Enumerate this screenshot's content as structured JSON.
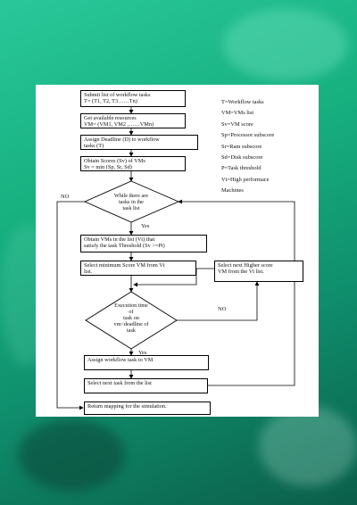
{
  "flowchart": {
    "submit": "Submit list of workflow tasks\nT= (T1, T2, T3……Tn)",
    "available": "Get available resources\nVM= (VM1, VM2 ,……VMn)",
    "deadline": "Assign Deadline (D) to workflow\ntasks (T)",
    "scores": "Obtain Scores (Sv) of VMs\nSv = min (Sp, Sr, Sd)",
    "decision_tasks": "While there are\ntasks in the\ntask list",
    "obtain_vms": "Obtain VMs in the list (Vt) that\nsatisfy the task Threshold (Sv >=Pt)",
    "select_min": "Select minimum Score VM from Vt\nlist.",
    "select_next_higher": "Select next Higher score\nVM from the Vt list.",
    "decision_exec": "Execution time\nof\ntask on\nvm<deadline of\ntask",
    "assign": "Assign workflow task to VM",
    "next_task": "Select next task from the list",
    "return_map": "Return mapping for the simulation.",
    "label_no_top": "NO",
    "label_yes_1": "Yes",
    "label_no_mid": "NO",
    "label_yes_2": "Yes"
  },
  "legend": [
    "T=Workflow tasks",
    "VM=VMs list",
    "Sv=VM score",
    "Sp=Processor subscore",
    "Sr=Ram subscore",
    "Sd=Disk subscore",
    "P=Task threshold",
    "Vt=High performace",
    "Machines"
  ]
}
